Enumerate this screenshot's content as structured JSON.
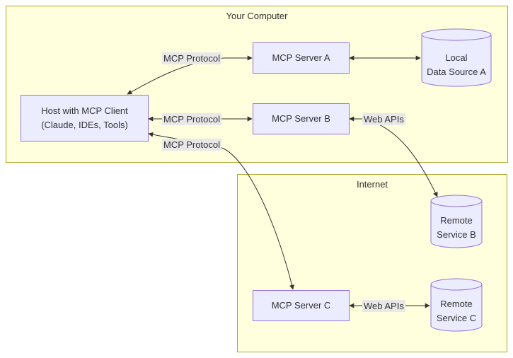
{
  "groups": {
    "computer": "Your Computer",
    "internet": "Internet"
  },
  "nodes": {
    "host": "Host with MCP Client\n(Claude, IDEs, Tools)",
    "server_a": "MCP Server A",
    "server_b": "MCP Server B",
    "server_c": "MCP Server C",
    "local_a": "Local\nData Source A",
    "remote_b": "Remote\nService B",
    "remote_c": "Remote\nService C"
  },
  "edges": {
    "host_a": "MCP Protocol",
    "host_b": "MCP Protocol",
    "host_c": "MCP Protocol",
    "b_remote": "Web APIs",
    "c_remote": "Web APIs"
  },
  "colors": {
    "node_fill": "#ececff",
    "node_stroke": "#9370db",
    "group_fill": "#ffffde",
    "group_stroke": "#aaaa33",
    "edge": "#333333"
  }
}
